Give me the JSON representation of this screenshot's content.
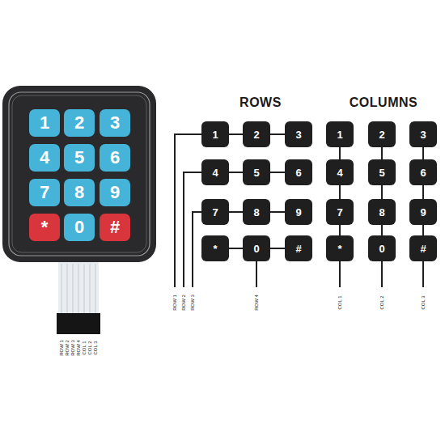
{
  "diagram": {
    "nodes": [
      {
        "text": [
          "1"
        ]
      },
      {
        "text": [
          "2"
        ]
      },
      {
        "text": [
          "3"
        ]
      },
      {
        "text": [
          "4"
        ]
      },
      {
        "text": [
          "5"
        ]
      },
      {
        "text": [
          "6"
        ]
      },
      {
        "text": [
          "7"
        ]
      },
      {
        "text": [
          "8"
        ]
      },
      {
        "text": [
          "9"
        ]
      },
      {
        "text": [
          "*"
        ]
      },
      {
        "text": [
          "0"
        ]
      },
      {
        "text": [
          "#"
        ]
      },
      {
        "text": [
          "1"
        ]
      },
      {
        "text": [
          "2"
        ]
      },
      {
        "text": [
          "3"
        ]
      },
      {
        "text": [
          "4"
        ]
      },
      {
        "text": [
          "5"
        ]
      },
      {
        "text": [
          "6"
        ]
      },
      {
        "text": [
          "7"
        ]
      },
      {
        "text": [
          "8"
        ]
      },
      {
        "text": [
          "9"
        ]
      },
      {
        "text": [
          "*"
        ]
      },
      {
        "text": [
          "0"
        ]
      },
      {
        "text": [
          "#"
        ]
      },
      {
        "text": [
          "1"
        ]
      },
      {
        "text": [
          "2"
        ]
      },
      {
        "text": [
          "3"
        ]
      },
      {
        "text": [
          "4"
        ]
      },
      {
        "text": [
          "5"
        ]
      },
      {
        "text": [
          "6"
        ]
      },
      {
        "text": [
          "7"
        ]
      },
      {
        "text": [
          "8"
        ]
      },
      {
        "text": [
          "9"
        ]
      },
      {
        "text": [
          "*"
        ]
      },
      {
        "text": [
          "0"
        ]
      },
      {
        "text": [
          "#"
        ]
      }
    ],
    "edges": [
      {
        "from": 12,
        "to": 13,
        "arrow": "none"
      },
      {
        "from": 13,
        "to": 14,
        "arrow": "none"
      },
      {
        "from": 15,
        "to": 16,
        "arrow": "none"
      },
      {
        "from": 16,
        "to": 17,
        "arrow": "none"
      },
      {
        "from": 18,
        "to": 19,
        "arrow": "none"
      },
      {
        "from": 19,
        "to": 20,
        "arrow": "none"
      },
      {
        "from": 21,
        "to": 22,
        "arrow": "none"
      },
      {
        "from": 22,
        "to": 23,
        "arrow": "none"
      },
      {
        "from": 24,
        "to": 27,
        "arrow": "none"
      },
      {
        "from": 27,
        "to": 30,
        "arrow": "none"
      },
      {
        "from": 30,
        "to": 33,
        "arrow": "none"
      },
      {
        "from": 25,
        "to": 28,
        "arrow": "none"
      },
      {
        "from": 28,
        "to": 31,
        "arrow": "none"
      },
      {
        "from": 31,
        "to": 34,
        "arrow": "none"
      },
      {
        "from": 26,
        "to": 29,
        "arrow": "none"
      },
      {
        "from": 29,
        "to": 32,
        "arrow": "none"
      },
      {
        "from": 32,
        "to": 35,
        "arrow": "none"
      }
    ],
    "labels": [
      "ROWS",
      "COLUMNS",
      "ROW 1",
      "ROW 2",
      "ROW 3",
      "ROW 4",
      "COL 1",
      "COL 2",
      "COL 3",
      "ROW 1",
      "ROW 2",
      "ROW 3",
      "ROW 4",
      "COL 1",
      "COL 2",
      "COL 3"
    ]
  }
}
